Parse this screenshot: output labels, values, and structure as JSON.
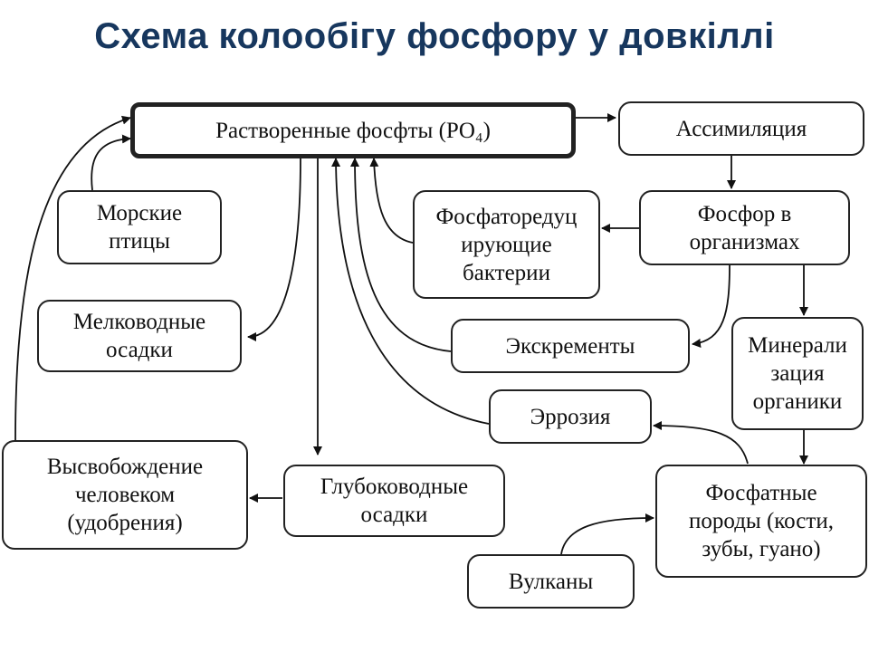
{
  "title": "Схема колообігу фосфору у довкіллі",
  "nodes": {
    "dissolved": "Растворенные фосфты (PO₄)",
    "assimilation": "Ассимиляция",
    "seabirds": "Морские\nптицы",
    "reducing_bacteria": "Фосфаторедуц\nирующие\nбактерии",
    "phosphorus_organisms": "Фосфор в\nорганизмах",
    "shallow_sediments": "Мелководные\nосадки",
    "excrements": "Экскременты",
    "mineralization": "Минерали\nзация\nорганики",
    "erosion": "Эррозия",
    "human_release": "Высвобождение\nчеловеком\n(удобрения)",
    "deep_sediments": "Глубоководные\nосадки",
    "phosphate_rocks": "Фосфатные\nпороды (кости,\nзубы, гуано)",
    "volcanoes": "Вулканы"
  }
}
